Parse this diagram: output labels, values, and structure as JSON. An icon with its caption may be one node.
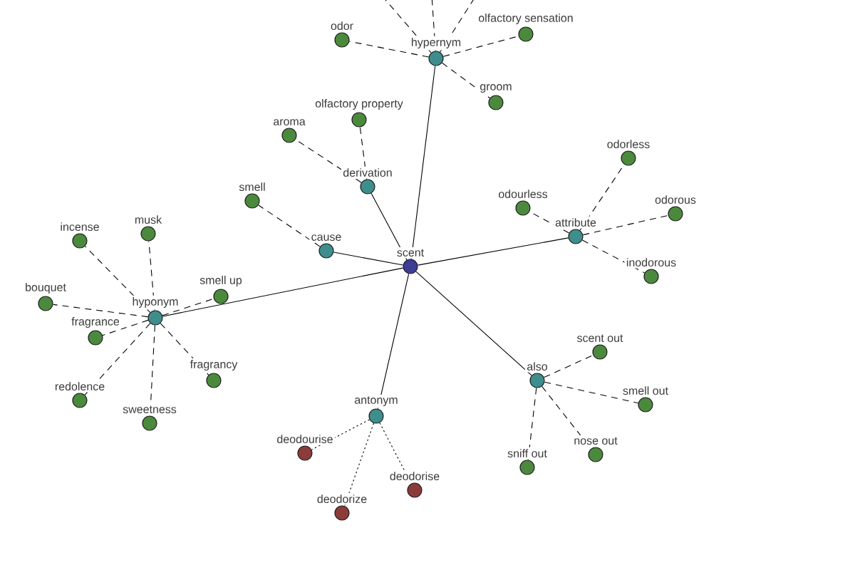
{
  "diagram": {
    "nodes": [
      {
        "text": [
          "olfactory sensation"
        ]
      },
      {
        "text": [
          "odor"
        ]
      },
      {
        "text": [
          "hypernym"
        ]
      },
      {
        "text": [
          "groom"
        ]
      },
      {
        "text": [
          "olfactory property"
        ]
      },
      {
        "text": [
          "aroma"
        ]
      },
      {
        "text": [
          "odorless"
        ]
      },
      {
        "text": [
          "derivation"
        ]
      },
      {
        "text": [
          "smell"
        ]
      },
      {
        "text": [
          "odourless"
        ]
      },
      {
        "text": [
          "odorous"
        ]
      },
      {
        "text": [
          "musk"
        ]
      },
      {
        "text": [
          "incense"
        ]
      },
      {
        "text": [
          "attribute"
        ]
      },
      {
        "text": [
          "cause"
        ]
      },
      {
        "text": [
          "scent"
        ]
      },
      {
        "text": [
          "inodorous"
        ]
      },
      {
        "text": [
          "smell up"
        ]
      },
      {
        "text": [
          "bouquet"
        ]
      },
      {
        "text": [
          "hyponym"
        ]
      },
      {
        "text": [
          "fragrance"
        ]
      },
      {
        "text": [
          "scent out"
        ]
      },
      {
        "text": [
          "fragrancy"
        ]
      },
      {
        "text": [
          "also"
        ]
      },
      {
        "text": [
          "redolence"
        ]
      },
      {
        "text": [
          "smell out"
        ]
      },
      {
        "text": [
          "antonym"
        ]
      },
      {
        "text": [
          "sweetness"
        ]
      },
      {
        "text": [
          "deodourise"
        ]
      },
      {
        "text": [
          "nose out"
        ]
      },
      {
        "text": [
          "sniff out"
        ]
      },
      {
        "text": [
          "deodorise"
        ]
      },
      {
        "text": [
          "deodorize"
        ]
      }
    ],
    "edges": [
      {
        "from": 15,
        "to": 2,
        "arrow": "none"
      },
      {
        "from": 15,
        "to": 7,
        "arrow": "none"
      },
      {
        "from": 15,
        "to": 14,
        "arrow": "none"
      },
      {
        "from": 15,
        "to": 13,
        "arrow": "none"
      },
      {
        "from": 15,
        "to": 19,
        "arrow": "none"
      },
      {
        "from": 15,
        "to": 23,
        "arrow": "none"
      },
      {
        "from": 15,
        "to": 26,
        "arrow": "none"
      },
      {
        "from": 2,
        "to": null,
        "arrow": "none",
        "style": "dashed"
      },
      {
        "from": 2,
        "to": null,
        "arrow": "none",
        "style": "dashed"
      },
      {
        "from": 2,
        "to": null,
        "arrow": "none",
        "style": "dashed"
      },
      {
        "from": 2,
        "to": 1,
        "arrow": "none",
        "style": "dashed"
      },
      {
        "from": 2,
        "to": 0,
        "arrow": "none",
        "style": "dashed"
      },
      {
        "from": 2,
        "to": 3,
        "arrow": "none",
        "style": "dashed"
      },
      {
        "from": 7,
        "to": 4,
        "arrow": "none",
        "style": "dashed"
      },
      {
        "from": 7,
        "to": 5,
        "arrow": "none",
        "style": "dashed"
      },
      {
        "from": 14,
        "to": 8,
        "arrow": "none",
        "style": "dashed"
      },
      {
        "from": 13,
        "to": 9,
        "arrow": "none",
        "style": "dashed"
      },
      {
        "from": 13,
        "to": 6,
        "arrow": "none",
        "style": "dashed"
      },
      {
        "from": 13,
        "to": 10,
        "arrow": "none",
        "style": "dashed"
      },
      {
        "from": 13,
        "to": 16,
        "arrow": "none",
        "style": "dashed"
      },
      {
        "from": 19,
        "to": 12,
        "arrow": "none",
        "style": "dashed"
      },
      {
        "from": 19,
        "to": 11,
        "arrow": "none",
        "style": "dashed"
      },
      {
        "from": 19,
        "to": 18,
        "arrow": "none",
        "style": "dashed"
      },
      {
        "from": 19,
        "to": 17,
        "arrow": "none",
        "style": "dashed"
      },
      {
        "from": 19,
        "to": 20,
        "arrow": "none",
        "style": "dashed"
      },
      {
        "from": 19,
        "to": 24,
        "arrow": "none",
        "style": "dashed"
      },
      {
        "from": 19,
        "to": 27,
        "arrow": "none",
        "style": "dashed"
      },
      {
        "from": 19,
        "to": 22,
        "arrow": "none",
        "style": "dashed"
      },
      {
        "from": 23,
        "to": 21,
        "arrow": "none",
        "style": "dashed"
      },
      {
        "from": 23,
        "to": 25,
        "arrow": "none",
        "style": "dashed"
      },
      {
        "from": 23,
        "to": 29,
        "arrow": "none",
        "style": "dashed"
      },
      {
        "from": 23,
        "to": 30,
        "arrow": "none",
        "style": "dashed"
      },
      {
        "from": 26,
        "to": 28,
        "arrow": "none",
        "style": "dashed"
      },
      {
        "from": 26,
        "to": 32,
        "arrow": "none",
        "style": "dashed"
      },
      {
        "from": 26,
        "to": 31,
        "arrow": "none",
        "style": "dashed"
      }
    ]
  }
}
